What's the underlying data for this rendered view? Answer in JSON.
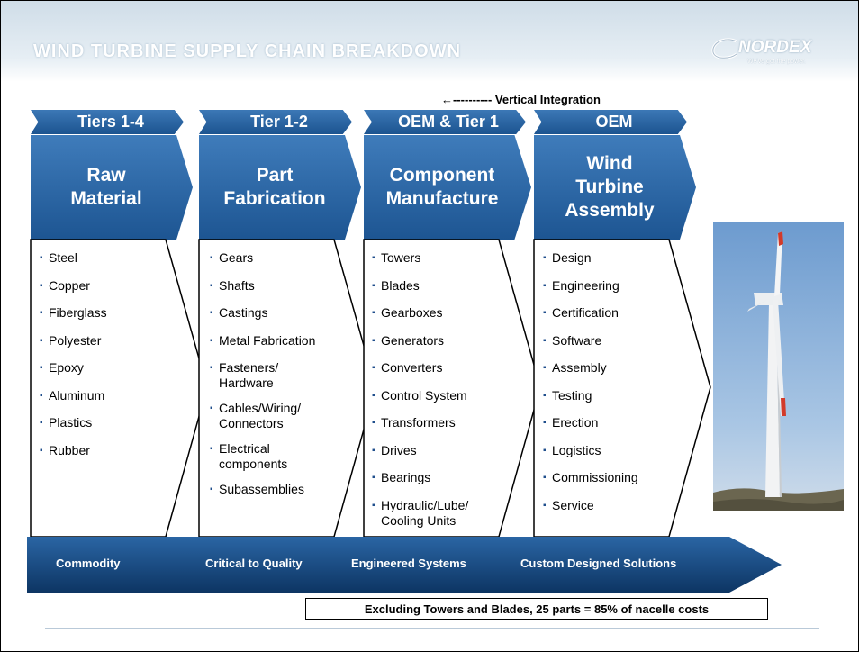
{
  "title": "WIND TURBINE SUPPLY CHAIN BREAKDOWN",
  "logo": {
    "name": "NORDEX",
    "tagline": "We've got the power."
  },
  "vertical_integration_label": "←---------- Vertical Integration",
  "columns": [
    {
      "tier": "Tiers 1-4",
      "stage": [
        "Raw",
        "Material"
      ],
      "items": [
        "Steel",
        "Copper",
        "Fiberglass",
        "Polyester",
        "Epoxy",
        "Aluminum",
        "Plastics",
        "Rubber"
      ]
    },
    {
      "tier": "Tier 1-2",
      "stage": [
        "Part",
        "Fabrication"
      ],
      "items": [
        "Gears",
        "Shafts",
        "Castings",
        "Metal Fabrication",
        "Fasteners/\nHardware",
        "Cables/Wiring/\nConnectors",
        "Electrical\ncomponents",
        "Subassemblies"
      ]
    },
    {
      "tier": "OEM & Tier 1",
      "stage": [
        "Component",
        "Manufacture"
      ],
      "items": [
        "Towers",
        "Blades",
        "Gearboxes",
        "Generators",
        "Converters",
        "Control System",
        "Transformers",
        "Drives",
        "Bearings",
        "Hydraulic/Lube/\nCooling Units"
      ]
    },
    {
      "tier": "OEM",
      "stage": [
        "Wind",
        "Turbine",
        "Assembly"
      ],
      "items": [
        "Design",
        "Engineering",
        "Certification",
        "Software",
        "Assembly",
        "Testing",
        "Erection",
        "Logistics",
        "Commissioning",
        "Service"
      ]
    }
  ],
  "categories": [
    "Commodity",
    "Critical to Quality",
    "Engineered Systems",
    "Custom Designed Solutions"
  ],
  "note": "Excluding Towers and Blades, 25 parts = 85% of nacelle costs",
  "colors": {
    "primary_blue": "#1f5a99",
    "dark_blue": "#0f3a68"
  }
}
